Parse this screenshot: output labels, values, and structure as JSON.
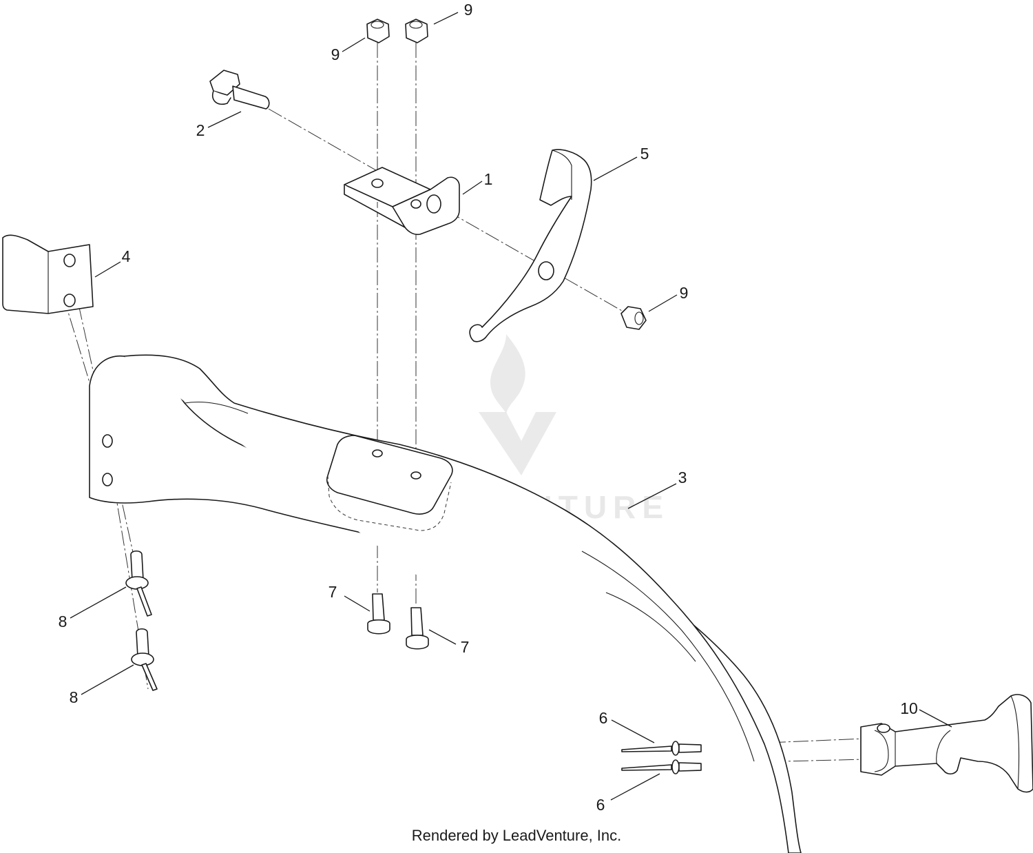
{
  "callouts": {
    "c9a": "9",
    "c9b": "9",
    "c9c": "9",
    "c2": "2",
    "c1": "1",
    "c5": "5",
    "c4": "4",
    "c3": "3",
    "c7a": "7",
    "c7b": "7",
    "c8a": "8",
    "c8b": "8",
    "c6a": "6",
    "c6b": "6",
    "c10": "10"
  },
  "watermark": {
    "text": "LEADVENTURE"
  },
  "footer": {
    "text": "Rendered by LeadVenture, Inc."
  },
  "icons": [
    "hex-nut-icon",
    "bolt-icon",
    "rivet-icon",
    "latch-icon",
    "bracket-icon",
    "chute-icon"
  ]
}
